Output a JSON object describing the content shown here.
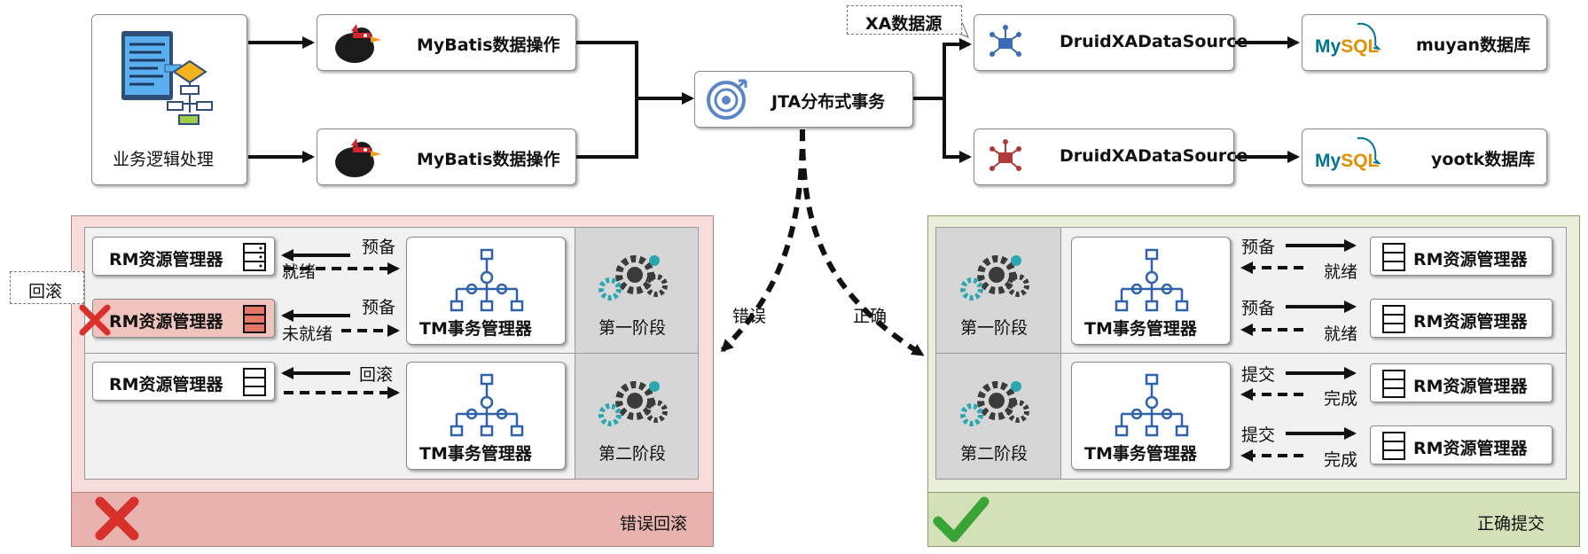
{
  "top": {
    "business": "业务逻辑处理",
    "mybatis1": "MyBatis数据操作",
    "mybatis2": "MyBatis数据操作",
    "jta": "JTA分布式事务",
    "xa_source": "XA数据源",
    "druid1": "DruidXADataSource",
    "druid2": "DruidXADataSource",
    "db1": "muyan数据库",
    "db2": "yootk数据库",
    "mysql_logo": "MySQL"
  },
  "branch": {
    "error": "错误",
    "correct": "正确"
  },
  "left_panel": {
    "footer": "错误回滚",
    "rollback_callout": "回滚",
    "rm1": "RM资源管理器",
    "rm2": "RM资源管理器",
    "rm3": "RM资源管理器",
    "prepare1": "预备",
    "ready1": "就绪",
    "prepare2": "预备",
    "not_ready": "未就绪",
    "rollback": "回滚",
    "tm1": "TM事务管理器",
    "tm2": "TM事务管理器",
    "phase1": "第一阶段",
    "phase2": "第二阶段"
  },
  "right_panel": {
    "footer": "正确提交",
    "rm1": "RM资源管理器",
    "rm2": "RM资源管理器",
    "rm3": "RM资源管理器",
    "rm4": "RM资源管理器",
    "prepare1": "预备",
    "ready1": "就绪",
    "prepare2": "预备",
    "ready2": "就绪",
    "commit1": "提交",
    "done1": "完成",
    "commit2": "提交",
    "done2": "完成",
    "tm1": "TM事务管理器",
    "tm2": "TM事务管理器",
    "phase1": "第一阶段",
    "phase2": "第二阶段"
  },
  "colors": {
    "error_bg": "#f6dcda",
    "error_footer": "#e8b3ae",
    "success_bg": "#e9efdb",
    "success_footer": "#d4e0b7",
    "phase_bg": "#d6d6d6",
    "gear_dark": "#3b3b3b",
    "gear_teal": "#2aa7b0",
    "mysql_blue": "#00758f",
    "mysql_orange": "#e48e00"
  }
}
